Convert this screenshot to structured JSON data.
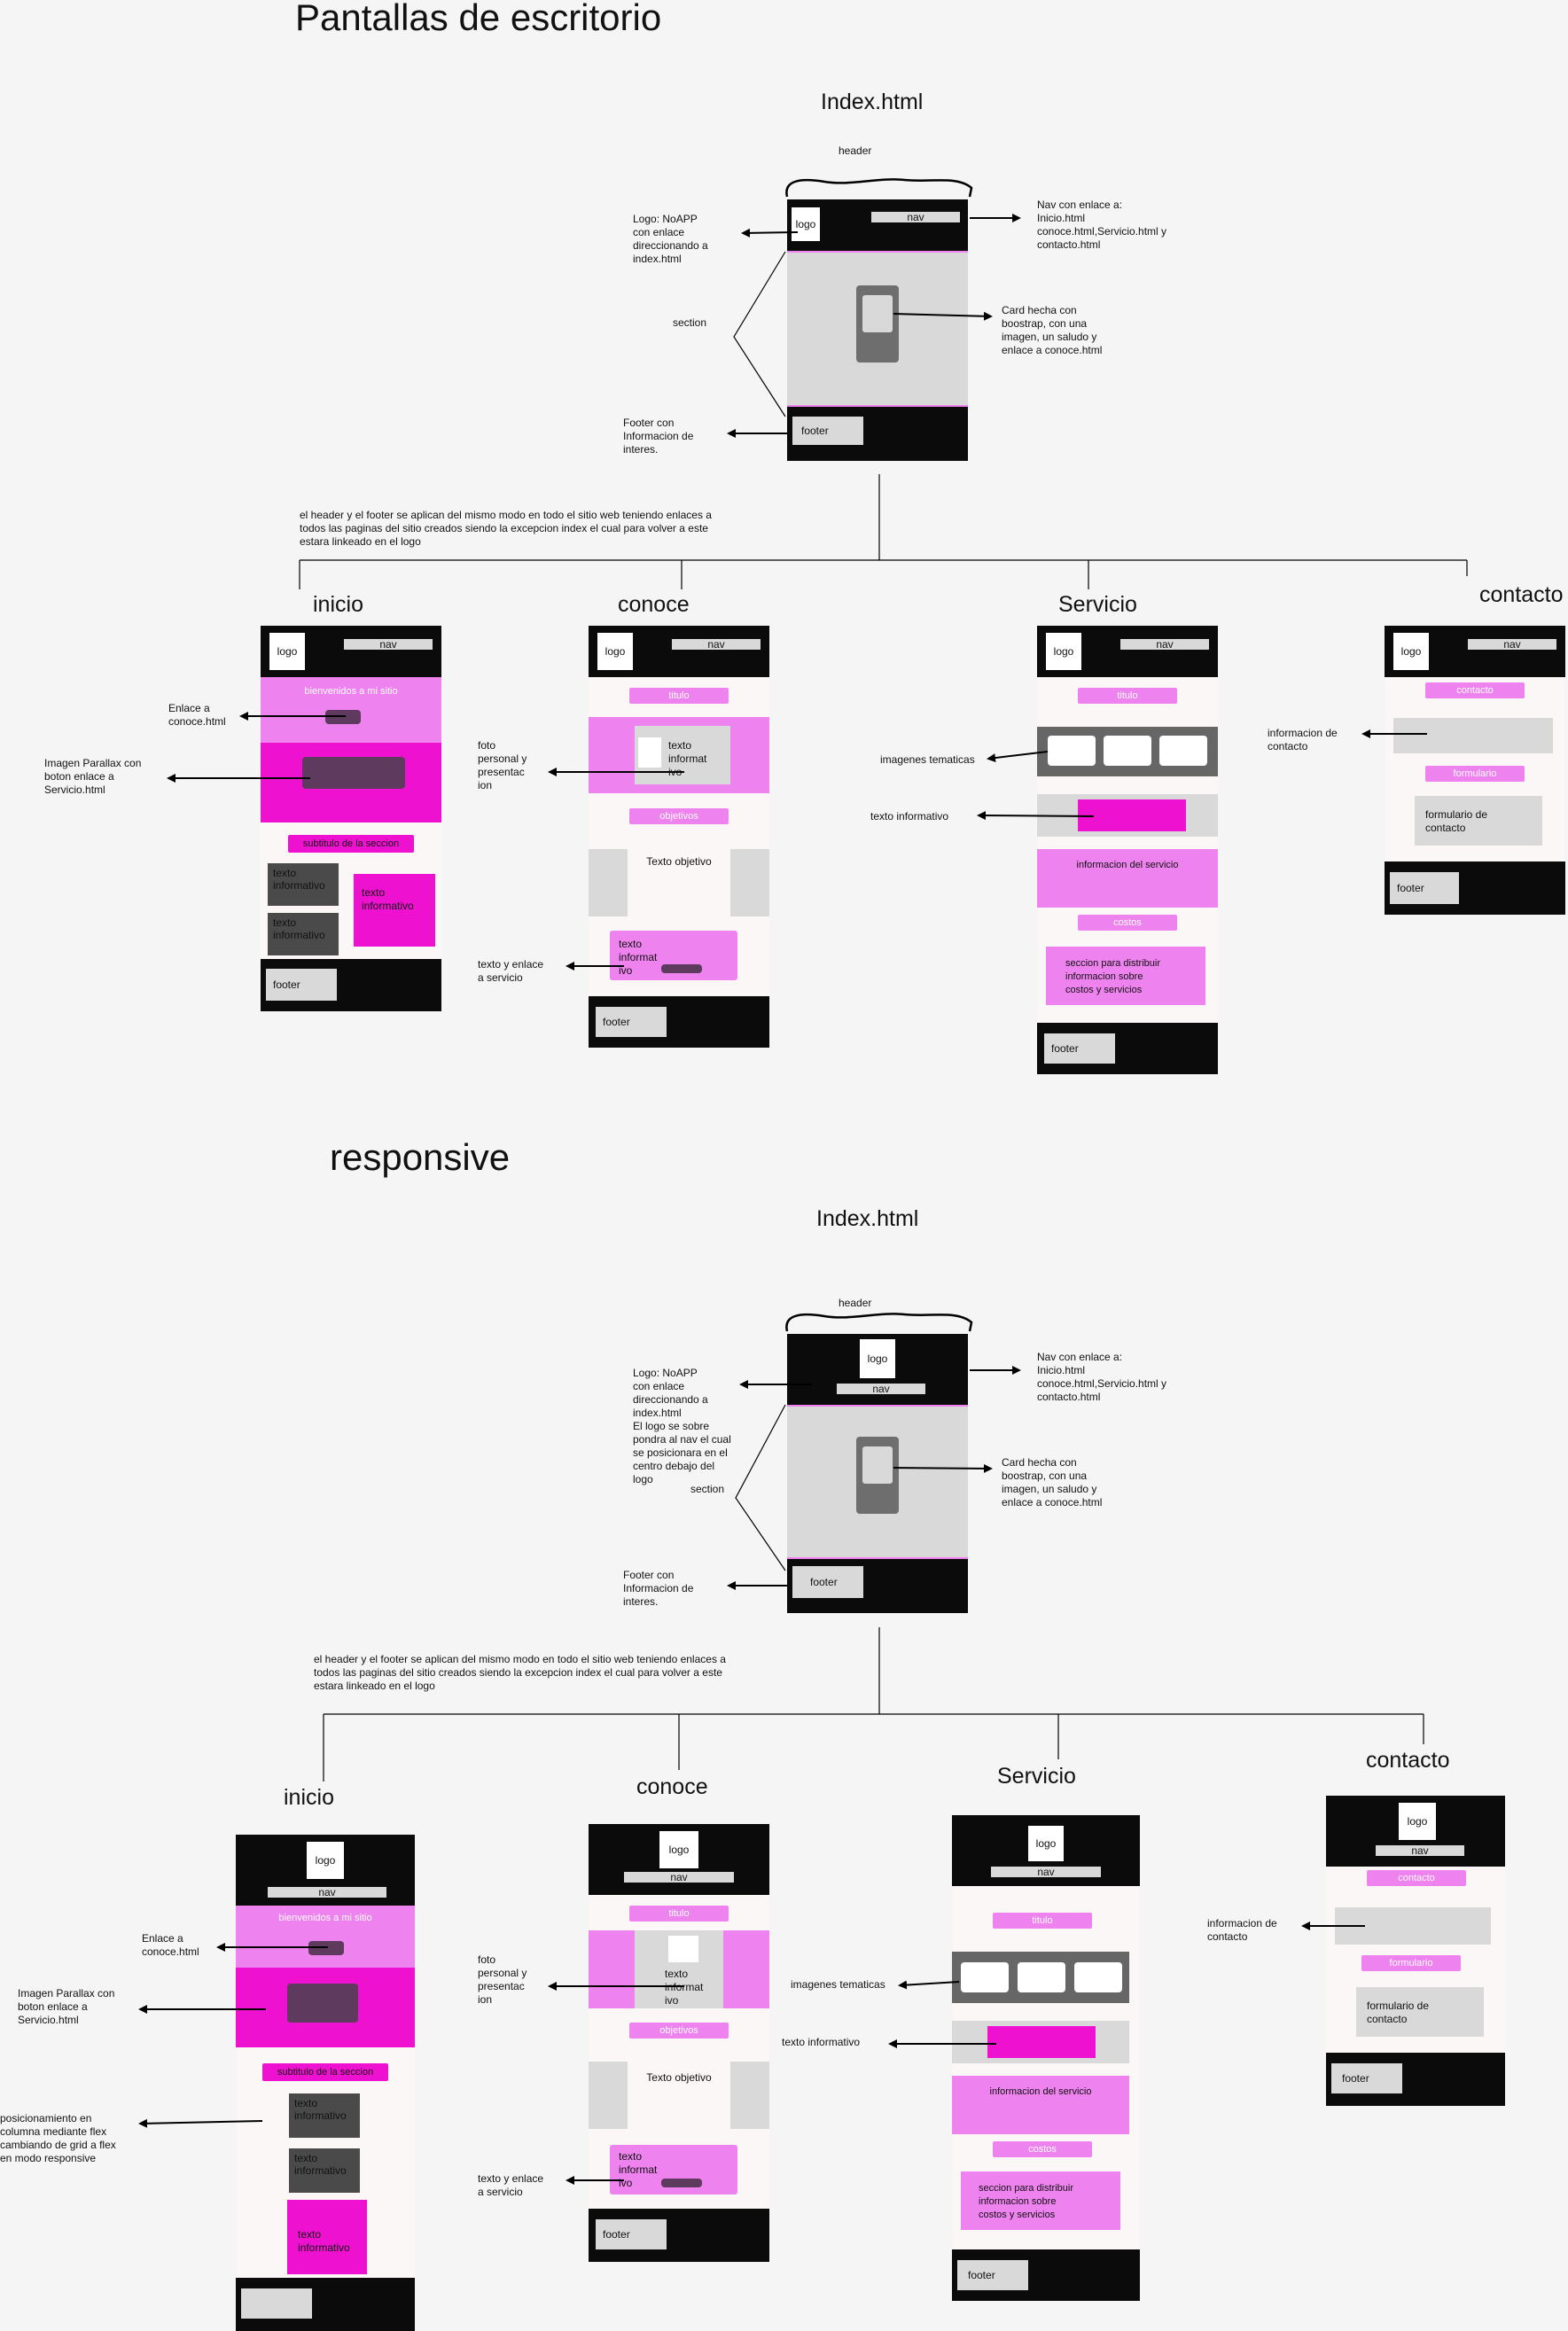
{
  "titles": {
    "desktop": "Pantallas de escritorio",
    "responsive": "responsive",
    "index": "Index.html"
  },
  "labels": {
    "header": "header",
    "section": "section",
    "logo": "logo",
    "nav": "nav",
    "footer": "footer"
  },
  "pages": {
    "inicio": "inicio",
    "conoce": "conoce",
    "servicio": "Servicio",
    "contacto": "contacto"
  },
  "notes": {
    "logo_desktop": "Logo: NoAPP\ncon enlace\ndireccionando a\nindex.html",
    "logo_responsive": "Logo: NoAPP\ncon enlace\ndireccionando a\nindex.html\nEl logo se sobre\npondra al nav el cual\nse posicionara en el\ncentro debajo del\nlogo",
    "nav": "Nav con enlace a:\nInicio.html\nconoce.html,Servicio.html y\ncontacto.html",
    "card": "Card hecha con\nboostrap, con una\nimagen, un saludo y\nenlace a conoce.html",
    "footer": "Footer con\nInformacion de\ninteres.",
    "shared": "el header y el footer se aplican del mismo modo en todo el sitio web teniendo enlaces a\ntodos las paginas del sitio creados siendo la excepcion index el cual para volver a este\nestara linkeado en el logo",
    "enlace_conoce": "Enlace a\nconoce.html",
    "parallax": "Imagen Parallax con\nboton enlace a\nServicio.html",
    "foto": "foto\npersonal y\npresentac\nion",
    "texto_enlace": "texto y enlace\na servicio",
    "imagenes": "imagenes tematicas",
    "texto_info": "texto informativo",
    "info_contacto": "informacion de\ncontacto",
    "posicionamiento": "posicionamiento en\ncolumna mediante flex\ncambiando de grid a flex\nen modo responsive"
  },
  "mock": {
    "bienvenidos": "bienvenidos a mi sitio",
    "subtitulo": "subtitulo de la seccion",
    "texto_informativo": "texto\ninformativo",
    "titulo": "titulo",
    "texto_informat": "texto\ninformat\nivo",
    "objetivos": "objetivos",
    "texto_objetivo": "Texto  objetivo",
    "info_servicio": "informacion del servicio",
    "costos": "costos",
    "seccion_costos": "seccion para distribuir\ninformacion sobre\ncostos y servicios",
    "contacto": "contacto",
    "formulario": "formulario",
    "formulario_contacto": "formulario de\ncontacto"
  }
}
